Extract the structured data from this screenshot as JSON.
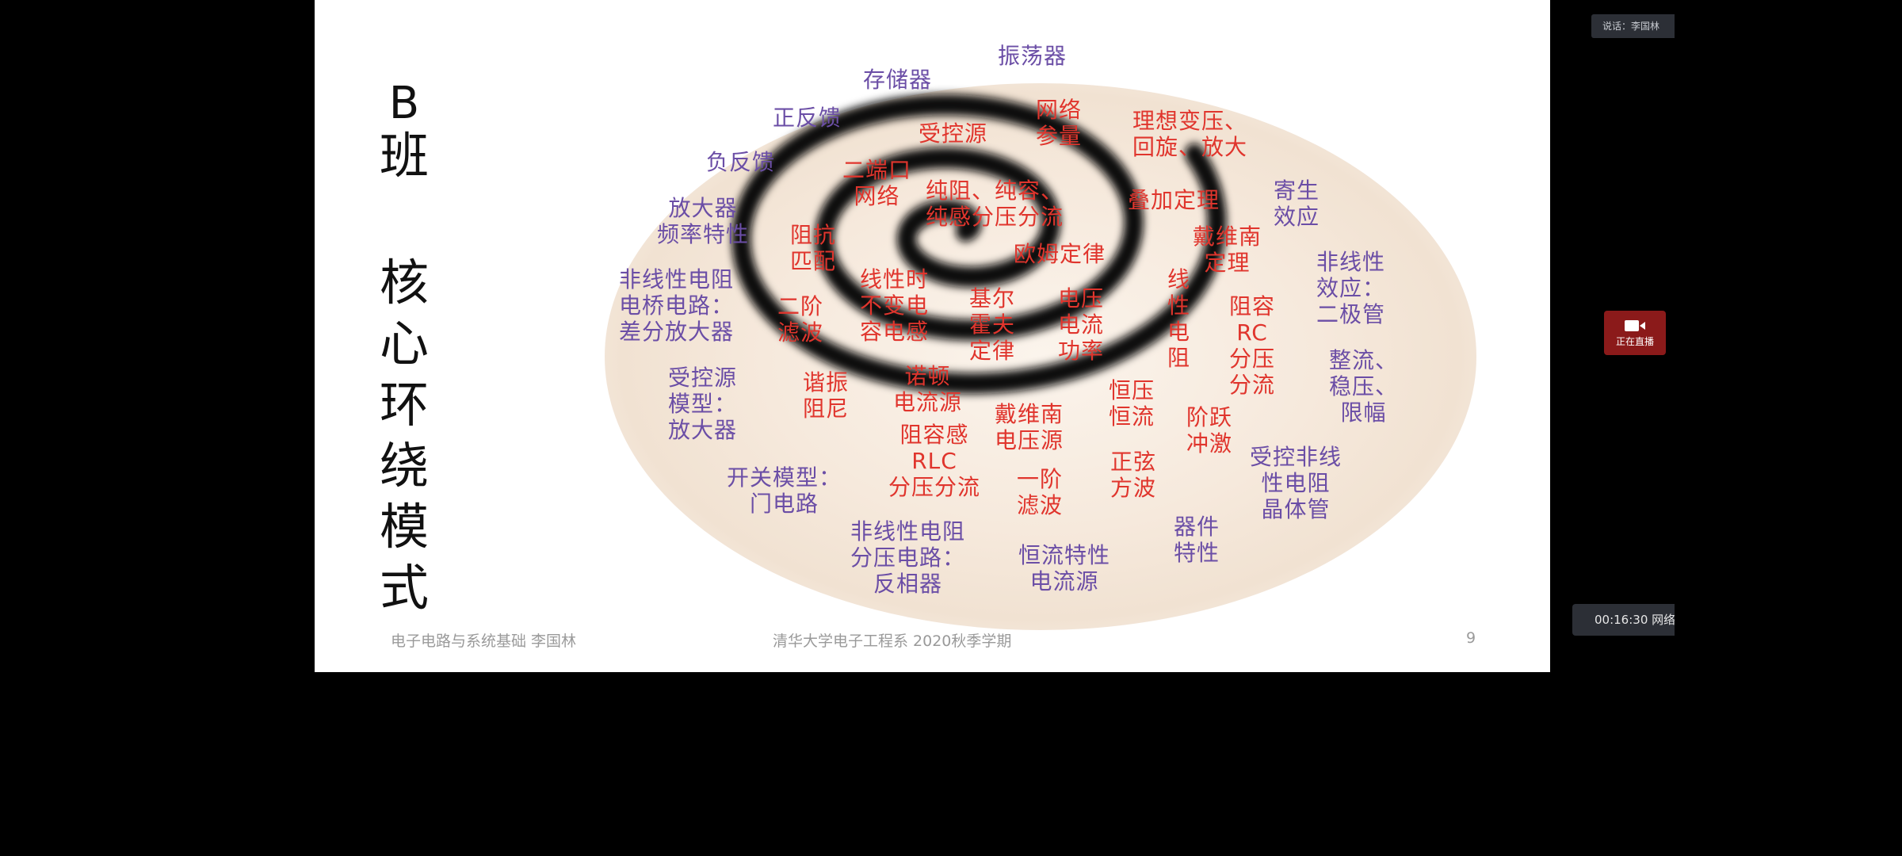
{
  "slide": {
    "side_title": {
      "b": "B",
      "ban": "班",
      "core": "核心环绕模式"
    },
    "labels": [
      {
        "text": "振荡器",
        "color": "purple"
      },
      {
        "text": "存储器",
        "color": "purple"
      },
      {
        "text": "正反馈",
        "color": "purple"
      },
      {
        "text": "受控源",
        "color": "red"
      },
      {
        "text": "网络\n参量",
        "color": "red"
      },
      {
        "text": "理想变压、\n回旋、放大",
        "color": "red"
      },
      {
        "text": "负反馈",
        "color": "purple"
      },
      {
        "text": "二端口\n网络",
        "color": "red"
      },
      {
        "text": "纯阻、纯容、\n纯感分压分流",
        "color": "red"
      },
      {
        "text": "叠加定理",
        "color": "red"
      },
      {
        "text": "寄生\n效应",
        "color": "purple"
      },
      {
        "text": "放大器\n频率特性",
        "color": "purple"
      },
      {
        "text": "阻抗\n匹配",
        "color": "red"
      },
      {
        "text": "欧姆定律",
        "color": "red"
      },
      {
        "text": "戴维南\n定理",
        "color": "red"
      },
      {
        "text": "非线性\n效应：\n二极管",
        "color": "purple"
      },
      {
        "text": "非线性电阻\n电桥电路：\n差分放大器",
        "color": "purple"
      },
      {
        "text": "二阶\n滤波",
        "color": "red"
      },
      {
        "text": "线性时\n不变电\n容电感",
        "color": "red"
      },
      {
        "text": "基尔\n霍夫\n定律",
        "color": "red"
      },
      {
        "text": "电压\n电流\n功率",
        "color": "red"
      },
      {
        "text": "线\n性\n电\n阻",
        "color": "red"
      },
      {
        "text": "阻容\nRC\n分压\n分流",
        "color": "red"
      },
      {
        "text": "整流、\n稳压、\n限幅",
        "color": "purple"
      },
      {
        "text": "受控源\n模型：\n放大器",
        "color": "purple"
      },
      {
        "text": "谐振\n阻尼",
        "color": "red"
      },
      {
        "text": "诺顿\n电流源",
        "color": "red"
      },
      {
        "text": "恒压\n恒流",
        "color": "red"
      },
      {
        "text": "戴维南\n电压源",
        "color": "red"
      },
      {
        "text": "阶跃\n冲激",
        "color": "red"
      },
      {
        "text": "阻容感\nRLC\n分压分流",
        "color": "red"
      },
      {
        "text": "一阶\n滤波",
        "color": "red"
      },
      {
        "text": "正弦\n方波",
        "color": "red"
      },
      {
        "text": "受控非线\n性电阻\n晶体管",
        "color": "purple"
      },
      {
        "text": "开关模型：\n门电路",
        "color": "purple"
      },
      {
        "text": "器件\n特性",
        "color": "purple"
      },
      {
        "text": "非线性电阻\n分压电路：\n反相器",
        "color": "purple"
      },
      {
        "text": "恒流特性\n电流源",
        "color": "purple"
      }
    ],
    "footer": {
      "left": "电子电路与系统基础   李国林",
      "center": "清华大学电子工程系  2020秋季学期",
      "page": "9"
    }
  },
  "overlay": {
    "side_chip_text": "说话：李国林",
    "live_label": "正在直播",
    "timer_text": "00:16:30  网络"
  },
  "colors": {
    "label_purple": "#6b4ea6",
    "label_red": "#e0352d",
    "spiral": "#111111",
    "live_button": "#8b1a1a"
  }
}
